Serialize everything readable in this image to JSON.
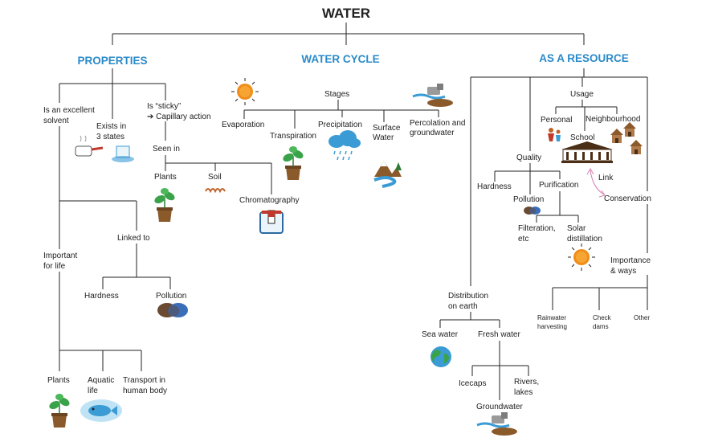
{
  "title": "WATER",
  "colors": {
    "heading": "#2a8ac9",
    "line": "#222222",
    "sun": "#f08c1a",
    "water": "#3a9bd5",
    "plant": "#3aa34a",
    "pot": "#8b5a2b",
    "pink": "#d77fb0"
  },
  "sections": {
    "properties": {
      "heading": "PROPERTIES",
      "solvent": [
        "Is an excellent",
        "solvent"
      ],
      "states": [
        "Exists in",
        "3 states"
      ],
      "sticky": [
        "Is “sticky”",
        "➔ Capillary action"
      ],
      "seen_in": "Seen in",
      "plants": "Plants",
      "soil": "Soil",
      "chromatography": "Chromatography",
      "linked_to": "Linked to",
      "hardness": "Hardness",
      "pollution": "Pollution",
      "important": [
        "Important",
        "for life"
      ],
      "life_plants": "Plants",
      "aquatic": [
        "Aquatic",
        "life"
      ],
      "transport": [
        "Transport in",
        "human body"
      ]
    },
    "water_cycle": {
      "heading": "WATER CYCLE",
      "stages": "Stages",
      "evaporation": "Evaporation",
      "transpiration": "Transpiration",
      "precipitation": "Precipitation",
      "surface": [
        "Surface",
        "Water"
      ],
      "percolation": [
        "Percolation and",
        "groundwater"
      ]
    },
    "resource": {
      "heading": "AS A RESOURCE",
      "usage": "Usage",
      "personal": "Personal",
      "neighbourhood": "Neighbourhood",
      "school": "School",
      "quality": "Quality",
      "link": "Link",
      "hardness": "Hardness",
      "purification": "Purification",
      "pollution": "Pollution",
      "conservation": "Conservation",
      "filteration": [
        "Filteration,",
        "etc"
      ],
      "solar": [
        "Solar",
        "distillation"
      ],
      "importance": [
        "Importance",
        "& ways"
      ],
      "rainwater": [
        "Rainwater",
        "harvesting"
      ],
      "check_dams": [
        "Check",
        "dams"
      ],
      "other": "Other",
      "distribution": [
        "Distribution",
        "on earth"
      ],
      "sea_water": "Sea water",
      "fresh_water": "Fresh water",
      "icecaps": "Icecaps",
      "rivers": [
        "Rivers,",
        "lakes"
      ],
      "groundwater": "Groundwater"
    }
  }
}
